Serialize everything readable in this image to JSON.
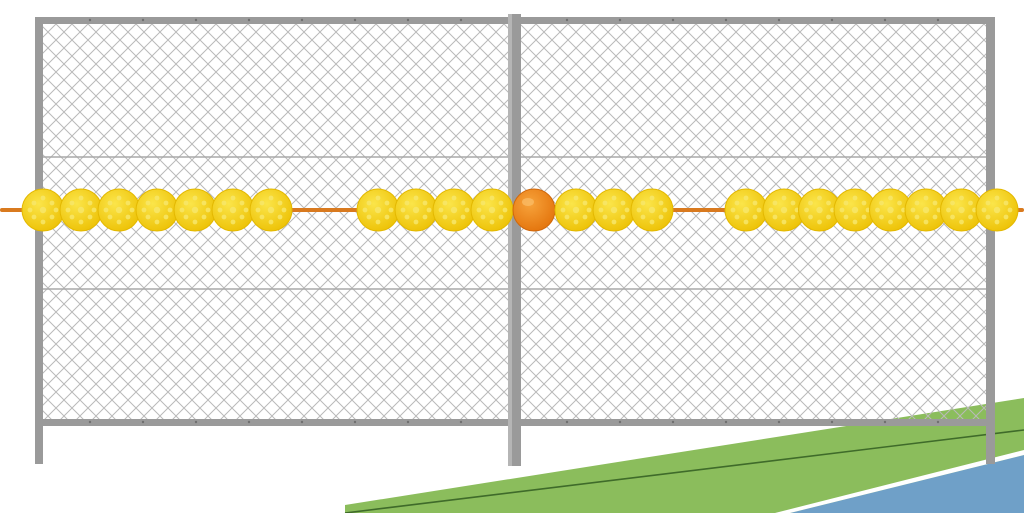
{
  "scene": {
    "description_visible_text": "",
    "fence": {
      "panel_count": 2,
      "post_color": "#9a9a9a",
      "post_shadow_color": "#7c7c7c",
      "mesh_color": "#b9b9b9"
    },
    "court": {
      "grass_color": "#8bbd5c",
      "court_color": "#6fa0c8",
      "line_color": "#ffffff"
    },
    "abacus": {
      "wire_color": "#d97a1f",
      "ball_color": "#f4d311",
      "ball_hole_color": "#f7e66a",
      "highlight_ball_color": "#f18b1c",
      "balls_left_group_1": 7,
      "balls_left_group_2": 4,
      "highlighted_balls": 1,
      "balls_right_group_1": 3,
      "balls_right_group_2": 8
    }
  }
}
